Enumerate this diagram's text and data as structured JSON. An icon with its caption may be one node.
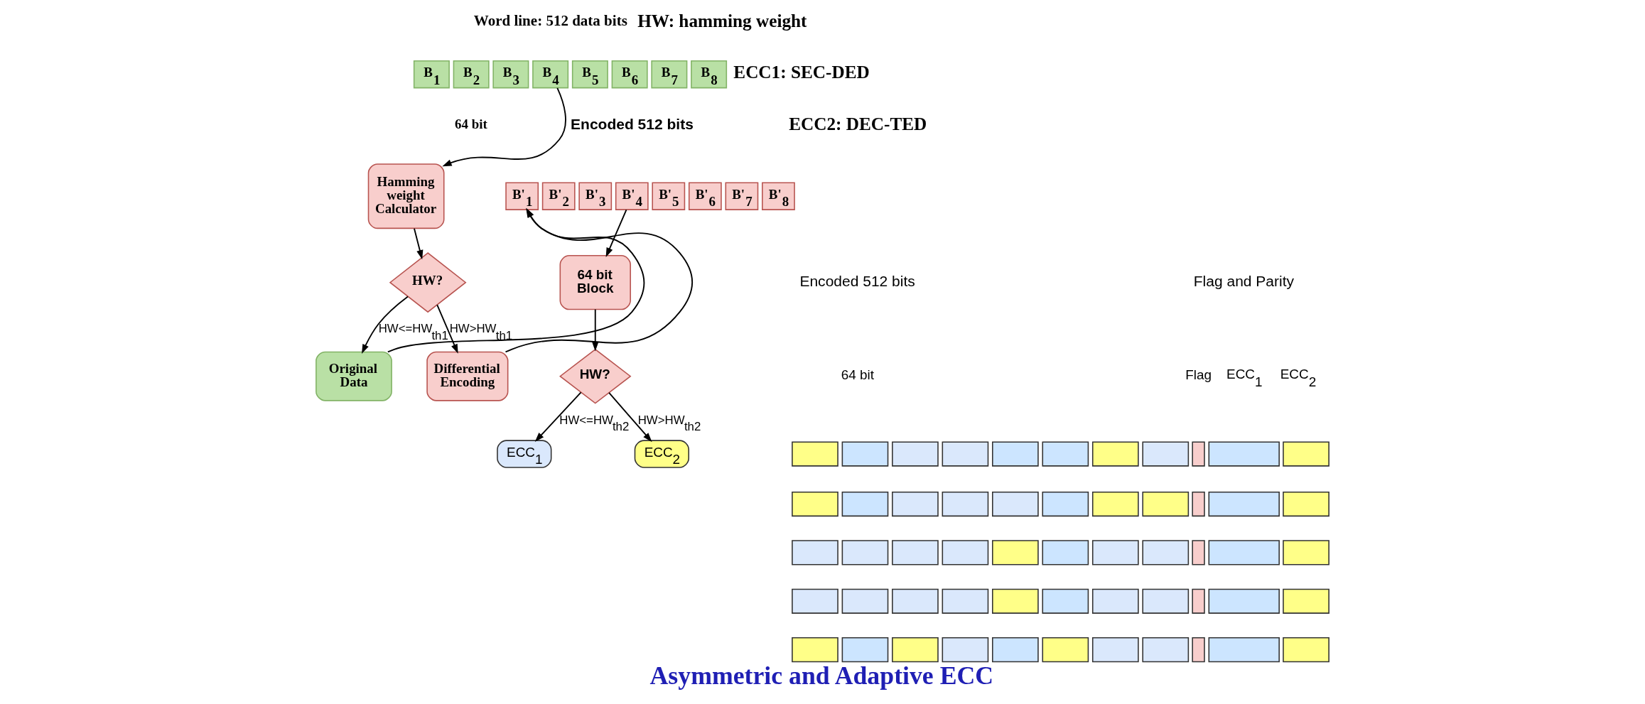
{
  "diagram": {
    "title": "Asymmetric and Adaptive ECC",
    "nodes": [
      {
        "text": [
          "B$_{1}$"
        ]
      },
      {
        "text": [
          "B$_{2}$"
        ]
      },
      {
        "text": [
          "B$_{3}$"
        ]
      },
      {
        "text": [
          "B$_{4}$"
        ]
      },
      {
        "text": [
          "B$_{5}$"
        ]
      },
      {
        "text": [
          "B$_{6}$"
        ]
      },
      {
        "text": [
          "B$_{7}$"
        ]
      },
      {
        "text": [
          "B$_{8}$"
        ]
      },
      {
        "text": [
          "Hamming weight Calculator"
        ]
      },
      {
        "text": [
          "HW?"
        ]
      },
      {
        "text": [
          "Original Data"
        ]
      },
      {
        "text": [
          "Differential Encoding"
        ]
      },
      {
        "text": [
          "B'$_{1}$"
        ]
      },
      {
        "text": [
          "B'$_{2}$"
        ]
      },
      {
        "text": [
          "B'$_{3}$"
        ]
      },
      {
        "text": [
          "B'$_{4}$"
        ]
      },
      {
        "text": [
          "B'$_{5}$"
        ]
      },
      {
        "text": [
          "B'$_{6}$"
        ]
      },
      {
        "text": [
          "B'$_{7}$"
        ]
      },
      {
        "text": [
          "B'$_{8}$"
        ]
      },
      {
        "text": [
          "64 bit Block"
        ]
      },
      {
        "text": [
          "HW?"
        ]
      },
      {
        "text": [
          "ECC$_{1}$"
        ]
      },
      {
        "text": [
          "ECC$_{2}$"
        ]
      },
      {
        "text": [],
        "shape": "box"
      },
      {
        "text": [],
        "shape": "box"
      },
      {
        "text": [],
        "shape": "box"
      },
      {
        "text": [],
        "shape": "box"
      },
      {
        "text": [],
        "shape": "box"
      },
      {
        "text": [],
        "shape": "box"
      },
      {
        "text": [],
        "shape": "box"
      },
      {
        "text": [],
        "shape": "box"
      },
      {
        "text": [],
        "shape": "box"
      },
      {
        "text": [],
        "shape": "box"
      },
      {
        "text": [],
        "shape": "box"
      },
      {
        "text": [],
        "shape": "box"
      },
      {
        "text": [],
        "shape": "box"
      },
      {
        "text": [],
        "shape": "box"
      },
      {
        "text": [],
        "shape": "box"
      },
      {
        "text": [],
        "shape": "box"
      },
      {
        "text": [],
        "shape": "box"
      },
      {
        "text": [],
        "shape": "box"
      },
      {
        "text": [],
        "shape": "box"
      },
      {
        "text": [],
        "shape": "box"
      },
      {
        "text": [],
        "shape": "box"
      },
      {
        "text": [],
        "shape": "box"
      },
      {
        "text": [],
        "shape": "box"
      },
      {
        "text": [],
        "shape": "box"
      },
      {
        "text": [],
        "shape": "box"
      },
      {
        "text": [],
        "shape": "box"
      },
      {
        "text": [],
        "shape": "box"
      },
      {
        "text": [],
        "shape": "box"
      },
      {
        "text": [],
        "shape": "box"
      },
      {
        "text": [],
        "shape": "box"
      },
      {
        "text": [],
        "shape": "box"
      },
      {
        "text": [],
        "shape": "box"
      },
      {
        "text": [],
        "shape": "box"
      },
      {
        "text": [],
        "shape": "box"
      },
      {
        "text": [],
        "shape": "box"
      },
      {
        "text": [],
        "shape": "box"
      },
      {
        "text": [],
        "shape": "box"
      },
      {
        "text": [],
        "shape": "box"
      },
      {
        "text": [],
        "shape": "box"
      },
      {
        "text": [],
        "shape": "box"
      },
      {
        "text": [],
        "shape": "box"
      },
      {
        "text": [],
        "shape": "box"
      },
      {
        "text": [],
        "shape": "box"
      },
      {
        "text": [],
        "shape": "box"
      },
      {
        "text": [],
        "shape": "box"
      },
      {
        "text": [],
        "shape": "box"
      },
      {
        "text": [],
        "shape": "box"
      },
      {
        "text": [],
        "shape": "box"
      },
      {
        "text": [],
        "shape": "box"
      },
      {
        "text": [],
        "shape": "box"
      },
      {
        "text": [],
        "shape": "box"
      },
      {
        "text": [],
        "shape": "box"
      },
      {
        "text": [],
        "shape": "box"
      },
      {
        "text": [],
        "shape": "box"
      },
      {
        "text": [],
        "shape": "box"
      }
    ],
    "edges": [
      {
        "from": 3,
        "to": 8,
        "arrow": "to"
      },
      {
        "from": 8,
        "to": 9,
        "arrow": "to"
      },
      {
        "from": 9,
        "to": 10,
        "arrow": "to",
        "label": "HW<=HW$_{th1}$"
      },
      {
        "from": 9,
        "to": 11,
        "arrow": "to",
        "label": "HW>HW$_{th1}$"
      },
      {
        "from": 10,
        "to": 12,
        "arrow": "to"
      },
      {
        "from": 11,
        "to": 12,
        "arrow": "to"
      },
      {
        "from": 15,
        "to": 20,
        "arrow": "to"
      },
      {
        "from": 20,
        "to": 21,
        "arrow": "to"
      },
      {
        "from": 21,
        "to": 22,
        "arrow": "to",
        "label": "HW<=HW$_{th2}$"
      },
      {
        "from": 21,
        "to": 23,
        "arrow": "to",
        "label": "HW>HW$_{th2}$"
      }
    ],
    "labels": [
      "Word line: 512 data bits",
      "HW: hamming weight",
      "ECC1: SEC-DED",
      "64 bit",
      "Encoded 512 bits",
      "ECC2: DEC-TED",
      "Encoded 512 bits",
      "Flag and Parity",
      "64 bit",
      "Flag",
      "ECC$_{1}$",
      "ECC$_{2}$"
    ]
  }
}
